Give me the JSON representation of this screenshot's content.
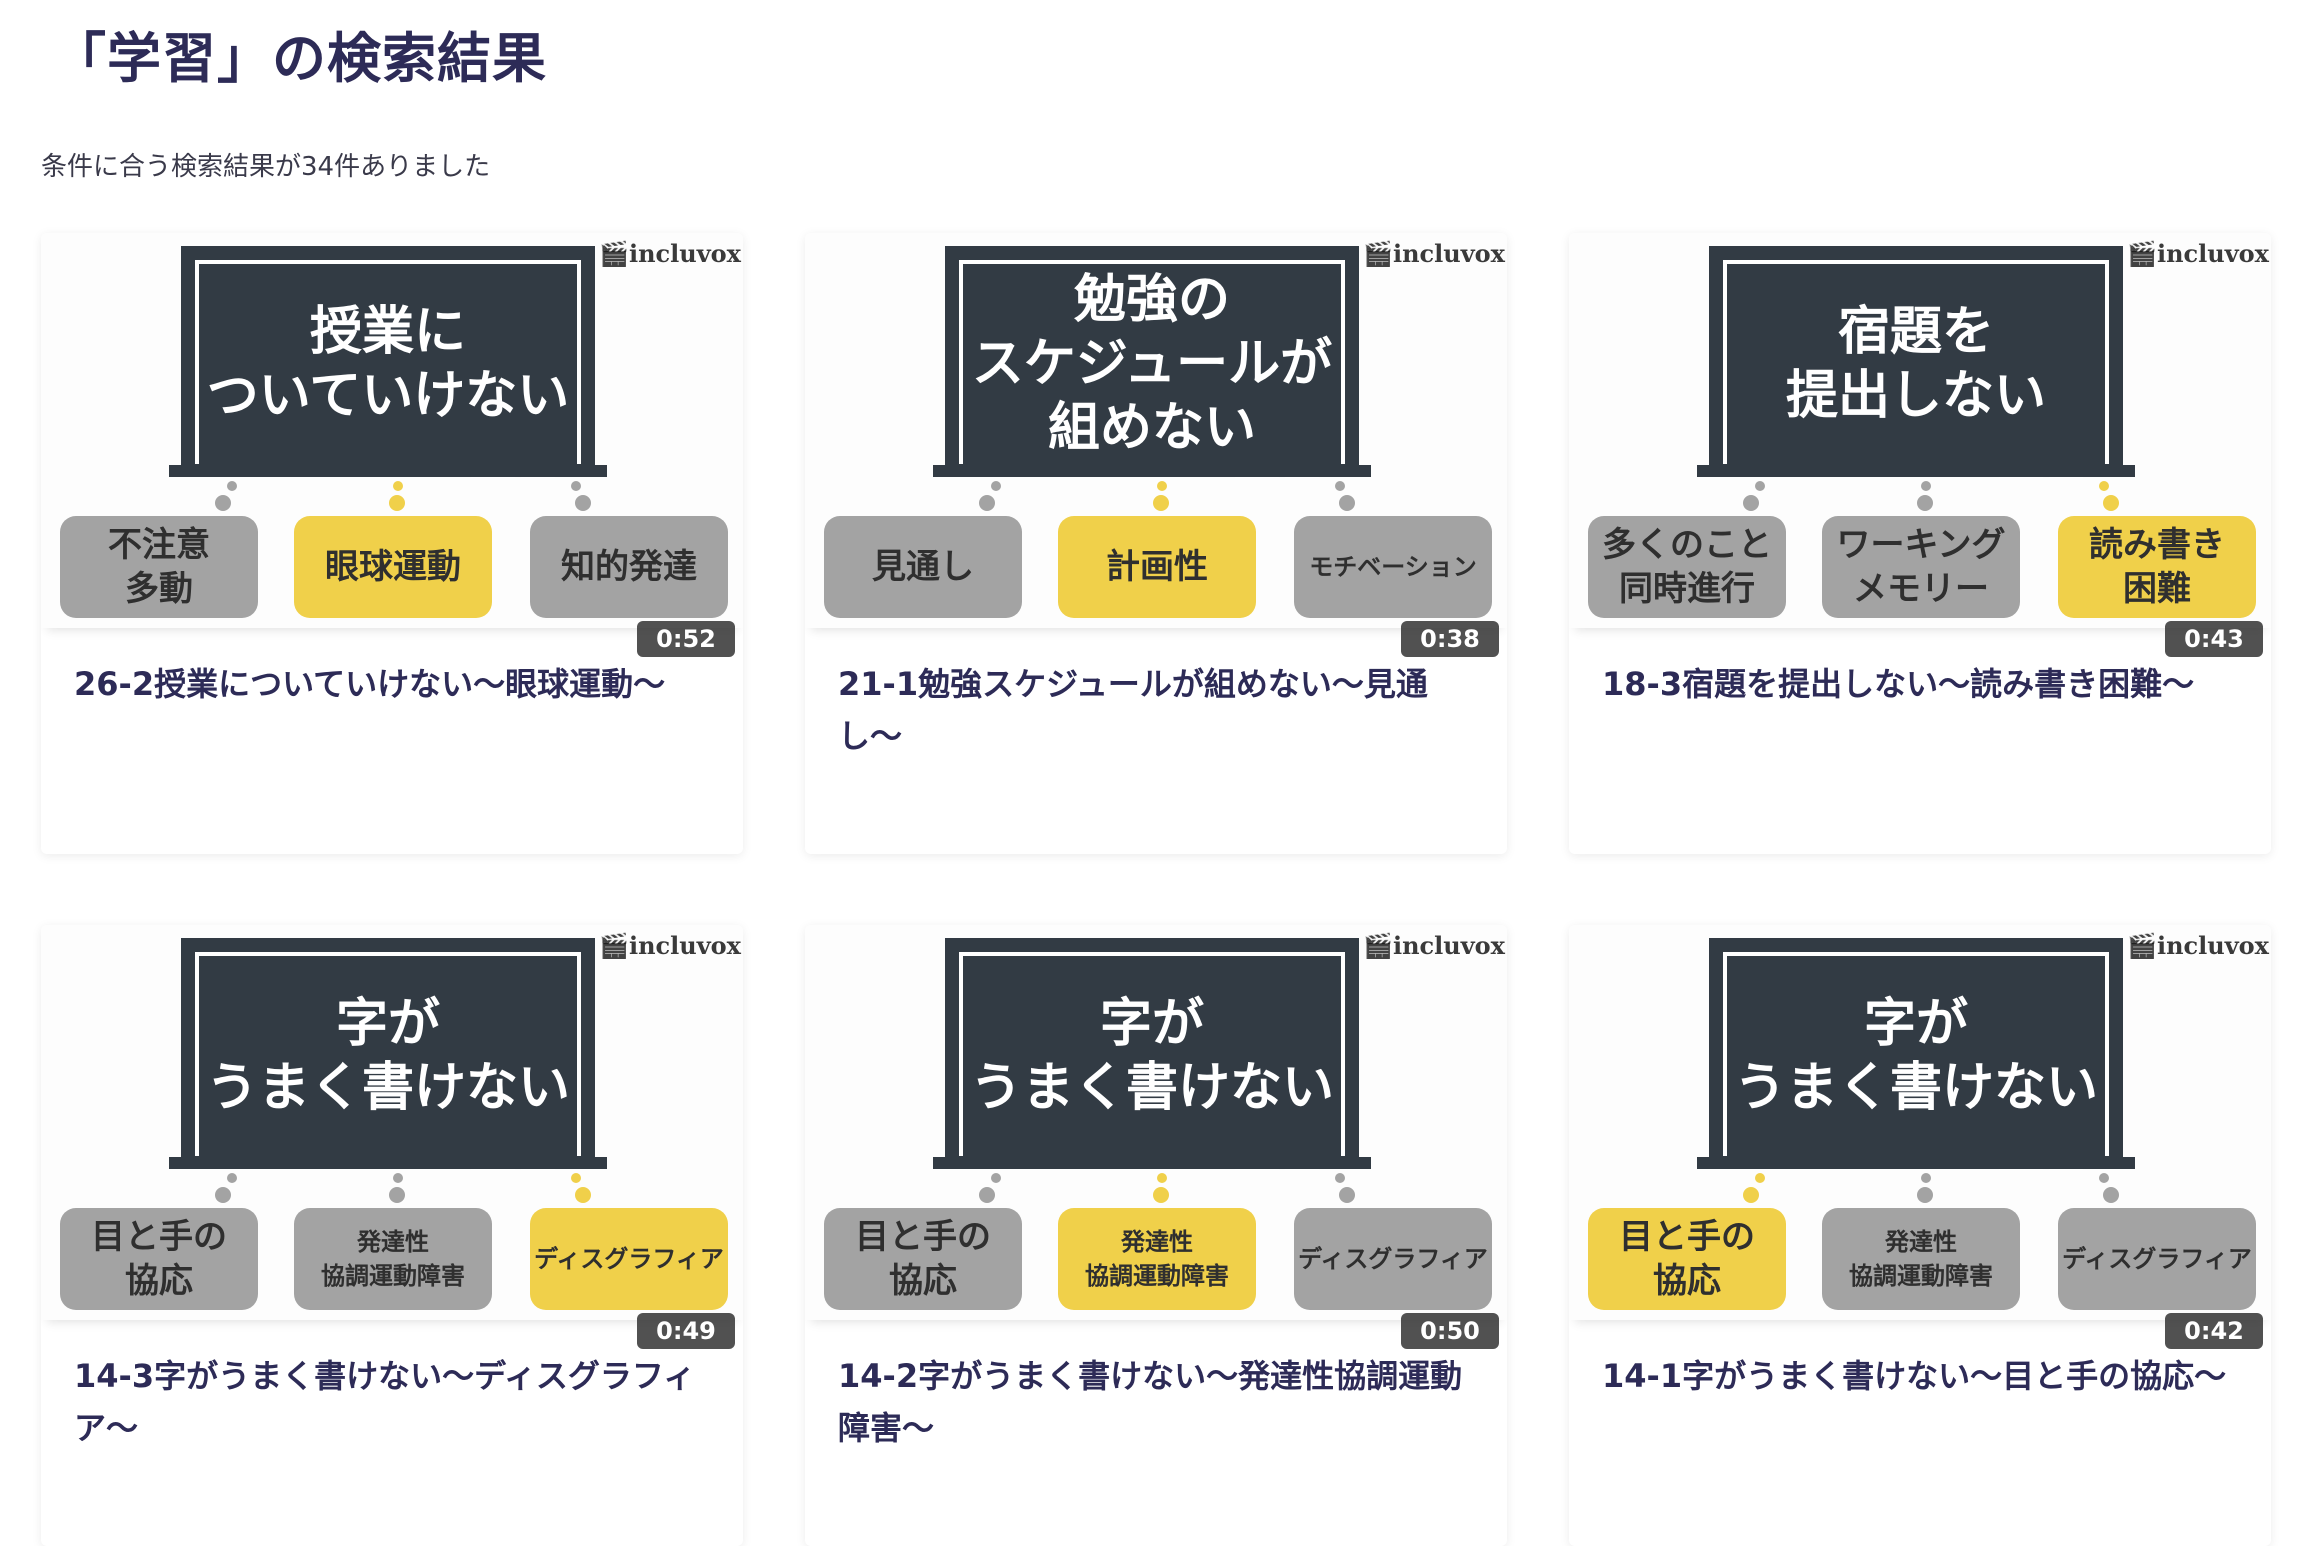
{
  "header": {
    "title": "「学習」の検索結果",
    "result_count": "条件に合う検索結果が34件ありました"
  },
  "logo_text": "incluvox",
  "colors": {
    "title": "#2d2b57",
    "highlight_tag": "#f0d04a",
    "tag": "#a3a3a3",
    "board": "#323b44"
  },
  "videos": [
    {
      "board_text": "授業に\nついていけない",
      "tags": [
        {
          "label": "不注意\n多動",
          "highlight": false
        },
        {
          "label": "眼球運動",
          "highlight": true
        },
        {
          "label": "知的発達",
          "highlight": false
        }
      ],
      "duration": "0:52",
      "title": "26-2授業についていけない〜眼球運動〜"
    },
    {
      "board_text": "勉強の\nスケジュールが\n組めない",
      "tags": [
        {
          "label": "見通し",
          "highlight": false
        },
        {
          "label": "計画性",
          "highlight": true
        },
        {
          "label": "モチベーション",
          "highlight": false,
          "small": true
        }
      ],
      "duration": "0:38",
      "title": "21-1勉強スケジュールが組めない〜見通し〜"
    },
    {
      "board_text": "宿題を\n提出しない",
      "tags": [
        {
          "label": "多くのこと\n同時進行",
          "highlight": false
        },
        {
          "label": "ワーキング\nメモリー",
          "highlight": false
        },
        {
          "label": "読み書き\n困難",
          "highlight": true
        }
      ],
      "duration": "0:43",
      "title": "18-3宿題を提出しない〜読み書き困難〜"
    },
    {
      "board_text": "字が\nうまく書けない",
      "tags": [
        {
          "label": "目と手の\n協応",
          "highlight": false
        },
        {
          "label": "発達性\n協調運動障害",
          "highlight": false,
          "small": true
        },
        {
          "label": "ディスグラフィア",
          "highlight": true,
          "small": true
        }
      ],
      "duration": "0:49",
      "title": "14-3字がうまく書けない〜ディスグラフィア〜"
    },
    {
      "board_text": "字が\nうまく書けない",
      "tags": [
        {
          "label": "目と手の\n協応",
          "highlight": false
        },
        {
          "label": "発達性\n協調運動障害",
          "highlight": true,
          "small": true
        },
        {
          "label": "ディスグラフィア",
          "highlight": false,
          "small": true
        }
      ],
      "duration": "0:50",
      "title": "14-2字がうまく書けない〜発達性協調運動障害〜"
    },
    {
      "board_text": "字が\nうまく書けない",
      "tags": [
        {
          "label": "目と手の\n協応",
          "highlight": true
        },
        {
          "label": "発達性\n協調運動障害",
          "highlight": false,
          "small": true
        },
        {
          "label": "ディスグラフィア",
          "highlight": false,
          "small": true
        }
      ],
      "duration": "0:42",
      "title": "14-1字がうまく書けない〜目と手の協応〜"
    }
  ]
}
